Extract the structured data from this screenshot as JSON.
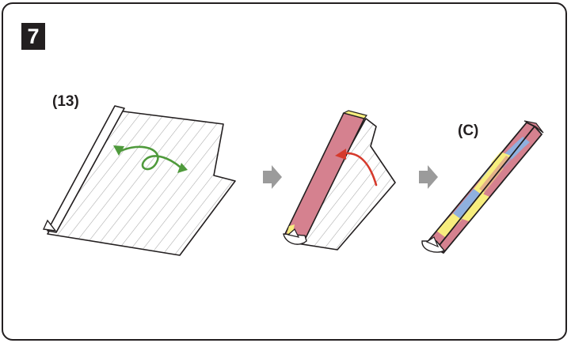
{
  "step": {
    "number": "7"
  },
  "labels": {
    "piece_number": "(13)",
    "result_letter": "(C)"
  },
  "icons": [
    "two-way-twist-arrow-icon",
    "curl-over-arrow-icon",
    "right-arrow-icon",
    "right-arrow-icon"
  ],
  "colors": {
    "outline": "#231f20",
    "pink": "#d5818f",
    "blue": "#8fb0df",
    "yellow": "#f7ee7e",
    "green_arrow": "#4f9a3c",
    "red_arrow": "#d63a2c",
    "gray_arrow": "#9b9b9b"
  }
}
